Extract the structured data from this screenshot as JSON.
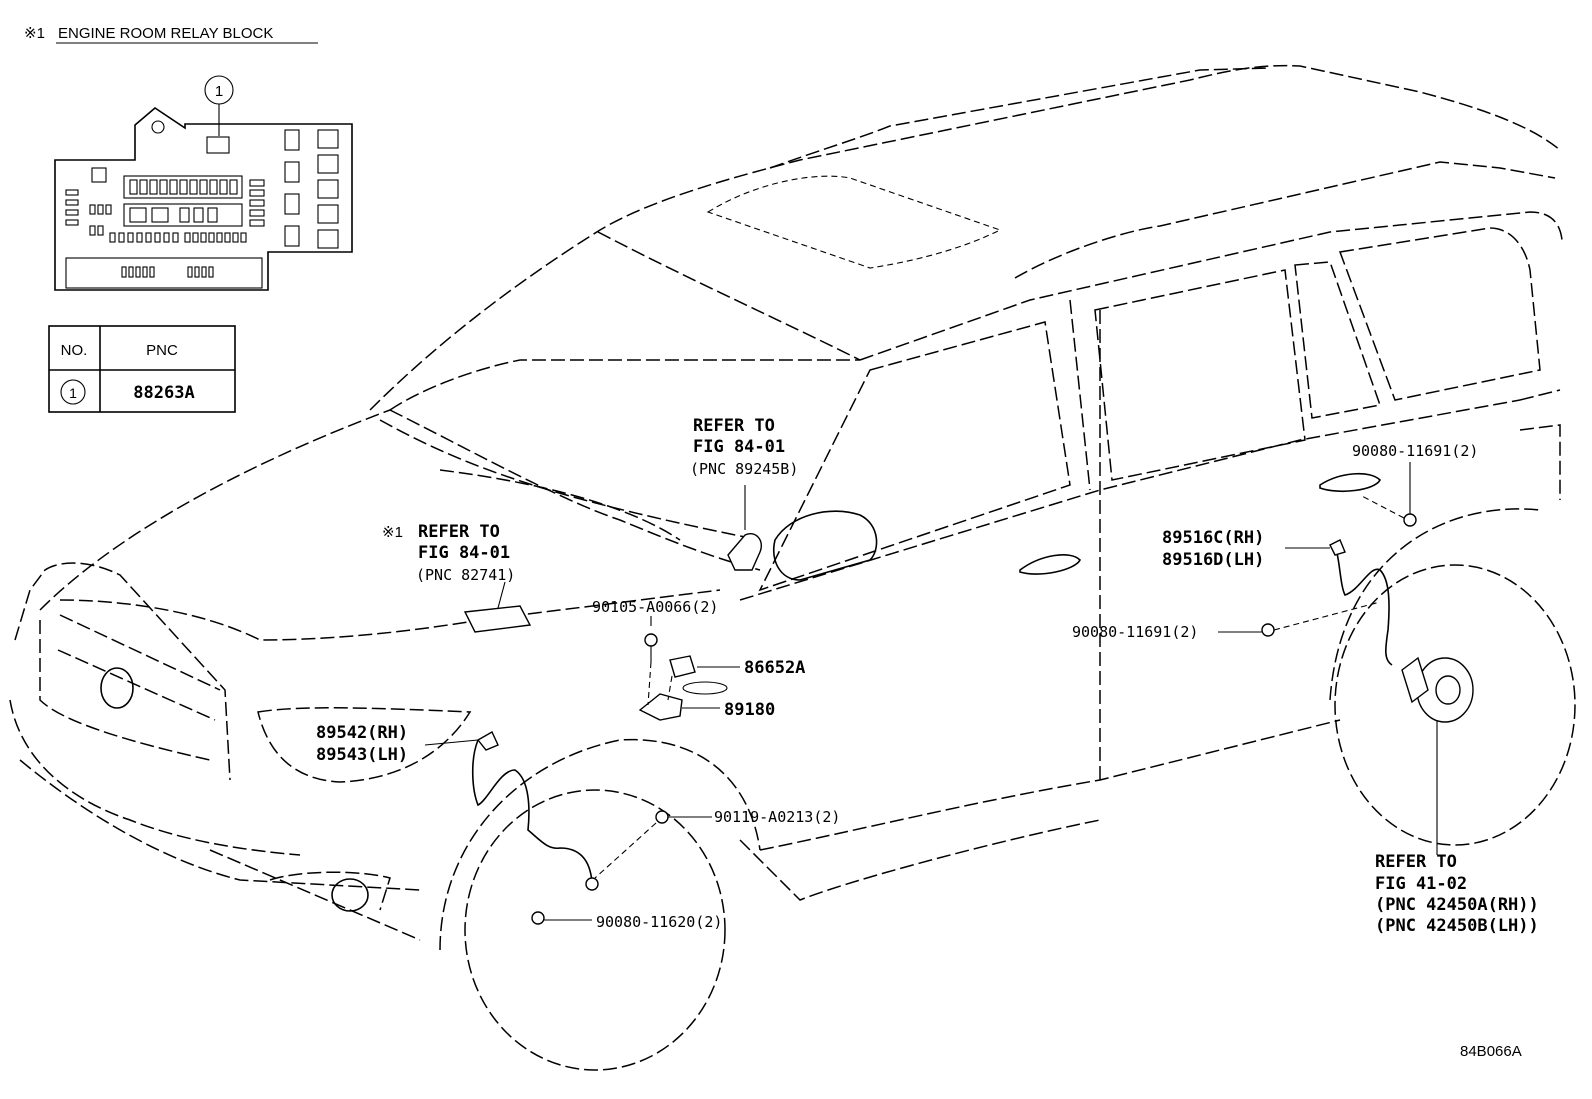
{
  "header": {
    "note_mark": "※1",
    "title": "ENGINE ROOM RELAY BLOCK"
  },
  "pnc_table": {
    "col_no": "NO.",
    "col_pnc": "PNC",
    "rows": [
      {
        "no": "1",
        "pnc": "88263A"
      }
    ]
  },
  "relay_block": {
    "callout": "1"
  },
  "callouts": {
    "refer_8924": {
      "l1": "REFER TO",
      "l2": "FIG 84-01",
      "l3": "(PNC 89245B)"
    },
    "refer_8274": {
      "mark": "※1",
      "l1": "REFER TO",
      "l2": "FIG 84-01",
      "l3": "(PNC 82741)"
    },
    "refer_4245": {
      "l1": "REFER TO",
      "l2": "FIG 41-02",
      "l3": "(PNC 42450A(RH))",
      "l4": "(PNC 42450B(LH))"
    },
    "p_90105": "90105-A0066(2)",
    "p_86652": "86652A",
    "p_89180": "89180",
    "p_89542": "89542(RH)",
    "p_89543": "89543(LH)",
    "p_90119": "90119-A0213(2)",
    "p_90080_620": "90080-11620(2)",
    "p_90080_691_top": "90080-11691(2)",
    "p_89516c": "89516C(RH)",
    "p_89516d": "89516D(LH)",
    "p_90080_691_mid": "90080-11691(2)"
  },
  "figure_id": "84B066A"
}
